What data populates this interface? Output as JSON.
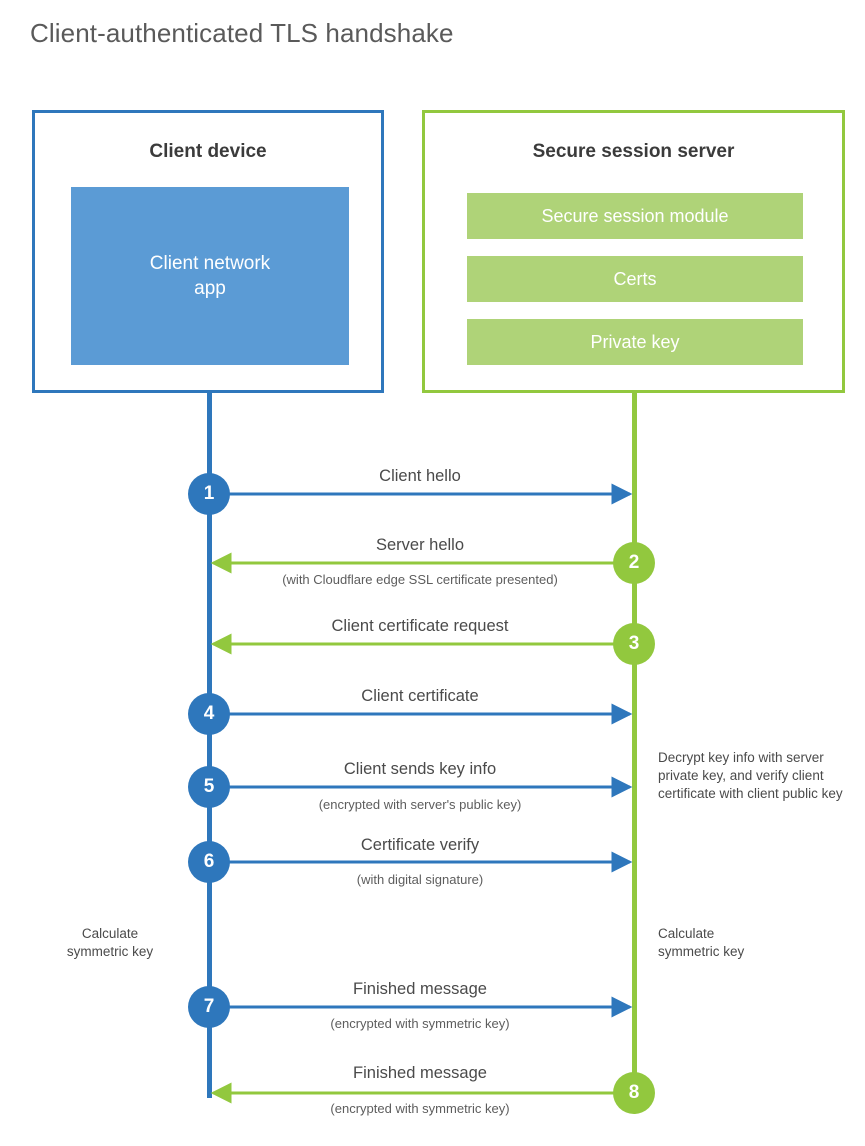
{
  "title": "Client-authenticated TLS handshake",
  "colors": {
    "client_accent": "#2E77BC",
    "client_fill": "#5B9BD5",
    "server_accent": "#92C83E",
    "server_fill": "#AFD378",
    "text": "#4a4a4a",
    "title_text": "#5a5a5a"
  },
  "client": {
    "title": "Client device",
    "app_label": "Client network\napp",
    "app_label_line1": "Client network",
    "app_label_line2": "app"
  },
  "server": {
    "title": "Secure session server",
    "blocks": [
      {
        "label": "Secure session module"
      },
      {
        "label": "Certs"
      },
      {
        "label": "Private key"
      }
    ]
  },
  "steps": [
    {
      "number": "1",
      "label": "Client hello",
      "sublabel": "",
      "direction": "client-to-server",
      "color": "#2E77BC"
    },
    {
      "number": "2",
      "label": "Server hello",
      "sublabel": "(with Cloudflare edge SSL certificate presented)",
      "direction": "server-to-client",
      "color": "#92C83E"
    },
    {
      "number": "3",
      "label": "Client certificate request",
      "sublabel": "",
      "direction": "server-to-client",
      "color": "#92C83E"
    },
    {
      "number": "4",
      "label": "Client certificate",
      "sublabel": "",
      "direction": "client-to-server",
      "color": "#2E77BC"
    },
    {
      "number": "5",
      "label": "Client sends key info",
      "sublabel": "(encrypted with server's public key)",
      "direction": "client-to-server",
      "color": "#2E77BC"
    },
    {
      "number": "6",
      "label": "Certificate verify",
      "sublabel": "(with digital signature)",
      "direction": "client-to-server",
      "color": "#2E77BC"
    },
    {
      "number": "7",
      "label": "Finished message",
      "sublabel": "(encrypted with symmetric key)",
      "direction": "client-to-server",
      "color": "#2E77BC"
    },
    {
      "number": "8",
      "label": "Finished message",
      "sublabel": "(encrypted with symmetric key)",
      "direction": "server-to-client",
      "color": "#92C83E"
    }
  ],
  "annotations": {
    "server_decrypt": "Decrypt key info with server private key, and verify client certificate with client public key",
    "client_calculate_line1": "Calculate",
    "client_calculate_line2": "symmetric key",
    "server_calculate_line1": "Calculate",
    "server_calculate_line2": "symmetric key"
  }
}
